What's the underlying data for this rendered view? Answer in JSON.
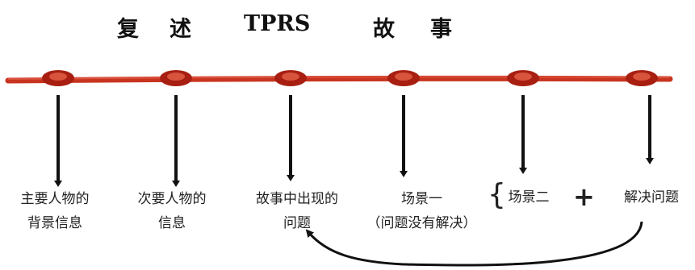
{
  "title": {
    "char1": "复",
    "char2": "述",
    "tprs": "TPRS",
    "char3": "故",
    "char4": "事"
  },
  "colors": {
    "rope": "#c8341f",
    "knot": "#a81f12",
    "line": "#111111"
  },
  "labels": [
    {
      "line1": "主要人物的",
      "line2": "背景信息"
    },
    {
      "line1": "次要人物的",
      "line2": "信息"
    },
    {
      "line1": "故事中出现的",
      "line2": "问题"
    },
    {
      "line1": "场景一",
      "line2": "（问题没有解决）"
    },
    {
      "line1": "场景二"
    },
    {
      "line1": "解决问题"
    }
  ],
  "bracket": "{",
  "plus": "+"
}
